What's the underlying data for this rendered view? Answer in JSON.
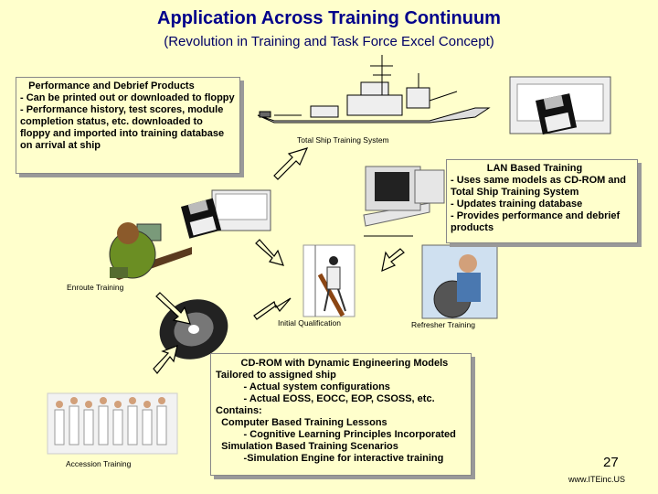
{
  "title": "Application Across Training Continuum",
  "subtitle": "(Revolution in Training and Task Force Excel Concept)",
  "perf_box": {
    "lines": [
      "   Performance and Debrief Products",
      "- Can be printed out or downloaded to floppy",
      "- Performance history, test scores, module",
      "completion status, etc. downloaded to",
      "floppy and imported into training database",
      "on arrival at ship"
    ]
  },
  "lan_box": {
    "lines": [
      "             LAN Based Training",
      "- Uses same models as CD-ROM and",
      "Total Ship Training System",
      "- Updates training database",
      "- Provides performance and debrief",
      "products"
    ]
  },
  "cd_box": {
    "lines": [
      "         CD-ROM with Dynamic Engineering Models",
      "Tailored to assigned ship",
      "          - Actual system configurations",
      "          - Actual EOSS, EOCC, EOP, CSOSS, etc.",
      "Contains:",
      "  Computer Based Training Lessons",
      "          - Cognitive Learning Principles Incorporated",
      "  Simulation Based Training Scenarios",
      "          -Simulation Engine for interactive training"
    ]
  },
  "labels": {
    "total_ship": "Total Ship Training System",
    "enroute": "Enroute Training",
    "initial": "Initial Qualification",
    "refresher": "Refresher Training",
    "accession": "Accession Training"
  },
  "page_number": "27",
  "website": "www.ITEinc.US",
  "colors": {
    "background": "#ffffcc",
    "title": "#00008b",
    "arrow_fill": "#ffffcc"
  }
}
